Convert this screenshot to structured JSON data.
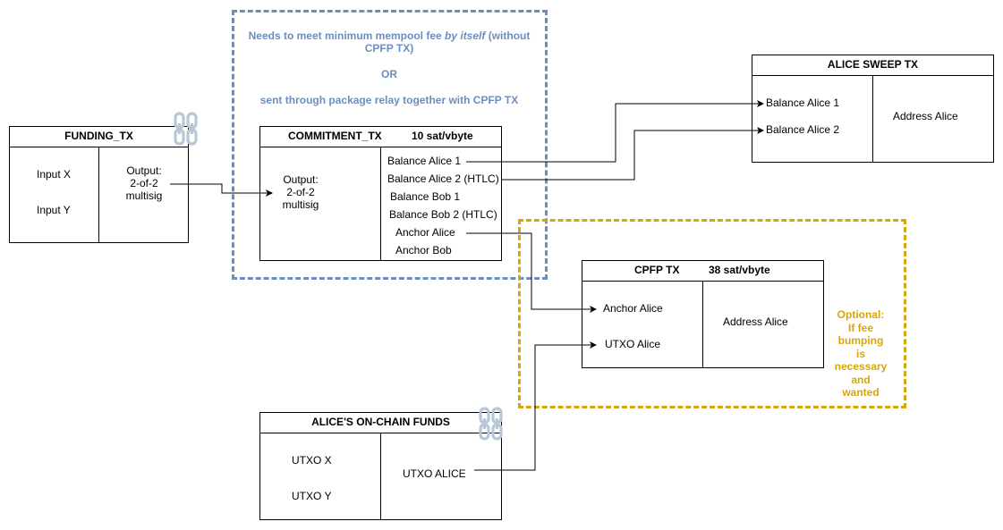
{
  "mempool_note": {
    "line1_prefix": "Needs to meet minimum mempool fee ",
    "line1_italic": "by itself",
    "line1_suffix": " (without",
    "line2": "CPFP TX)",
    "or": "OR",
    "line3": "sent through package relay together with CPFP TX"
  },
  "funding_tx": {
    "title": "FUNDING_TX",
    "inputs": [
      "Input X",
      "Input Y"
    ],
    "output": [
      "Output:",
      "2-of-2",
      "multisig"
    ]
  },
  "commitment_tx": {
    "title": "COMMITMENT_TX",
    "fee": "10 sat/vbyte",
    "input": [
      "Output:",
      "2-of-2",
      "multisig"
    ],
    "outputs": [
      "Balance Alice 1",
      "Balance Alice 2 (HTLC)",
      "Balance Bob 1",
      "Balance Bob 2 (HTLC)",
      "Anchor Alice",
      "Anchor Bob"
    ]
  },
  "alice_sweep_tx": {
    "title": "ALICE SWEEP TX",
    "inputs": [
      "Balance Alice 1",
      "Balance Alice 2"
    ],
    "output": "Address Alice"
  },
  "cpfp_tx": {
    "title": "CPFP TX",
    "fee": "38 sat/vbyte",
    "inputs": [
      "Anchor Alice",
      "UTXO Alice"
    ],
    "output": "Address Alice"
  },
  "optional_note": [
    "Optional:",
    "If fee",
    "bumping",
    "is",
    "necessary",
    "and",
    "wanted"
  ],
  "alice_funds": {
    "title": "ALICE'S ON-CHAIN FUNDS",
    "inputs": [
      "UTXO X",
      "UTXO Y"
    ],
    "output": "UTXO ALICE"
  },
  "colors": {
    "mempool_frame": "#6c8ebf",
    "optional_frame": "#d6a60a",
    "chain_icon": "#b7c7d9"
  },
  "icons": [
    "chain-link-icon",
    "arrow-icon"
  ]
}
